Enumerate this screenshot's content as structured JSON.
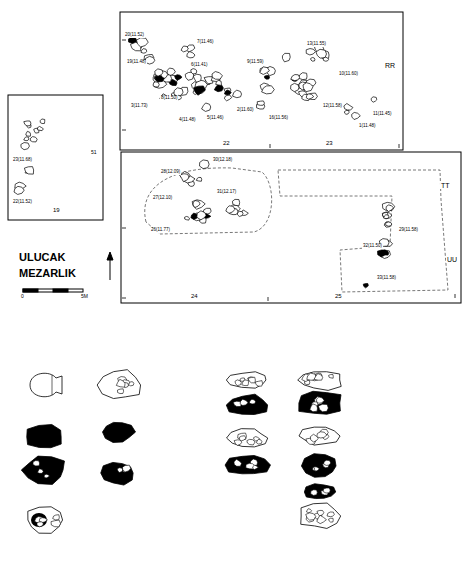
{
  "diagram": {
    "labels": [
      "ULUCAK",
      "MEZARLIK",
      "0",
      "5M",
      "RR",
      "22",
      "23",
      "19",
      "51",
      "TT",
      "UU",
      "24",
      "25",
      "7(11.46)",
      "20(11.52)",
      "19(11.48)",
      "8(11.50)",
      "3(11.73)",
      "6(11.41)",
      "5(11.46)",
      "2(11.60)",
      "4(11.48)",
      "9(11.59)",
      "16(11.56)",
      "13(11.55)",
      "12(11.58)",
      "1(11.48)",
      "10(11.60)",
      "11(11.45)",
      "23(11.68)",
      "22(11.52)",
      "30(12.18)",
      "28(12.09)",
      "27(12.10)",
      "26(11.77)",
      "31(12.17)",
      "29(11.58)",
      "32(11.50)",
      "33(11.58)"
    ]
  }
}
